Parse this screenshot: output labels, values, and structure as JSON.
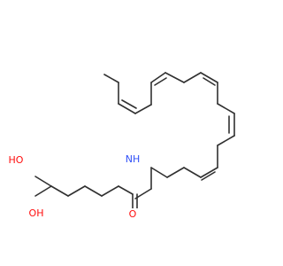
{
  "labels": {
    "hydroxyl_top": "HO",
    "hydroxyl_bottom": "OH",
    "amide_nitrogen": "NH",
    "carbonyl_oxygen": "O"
  },
  "colors": {
    "bond": "#303030",
    "oxygen": "#ff0d0d",
    "nitrogen": "#3050f8",
    "background": "#ffffff"
  }
}
